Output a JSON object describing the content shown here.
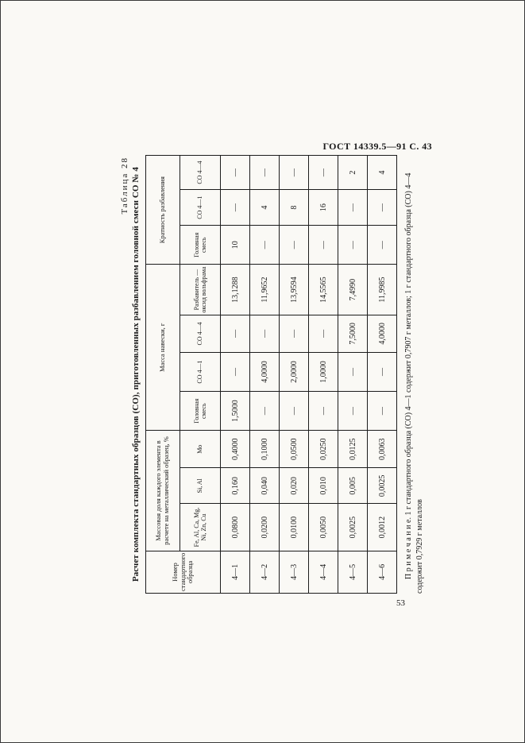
{
  "header": {
    "text": "ГОСТ 14339.5—91  С. 43"
  },
  "footer": {
    "page_number": "53"
  },
  "table": {
    "caption": "Таблица 28",
    "title": "Расчет комплекта стандартных образцов (СО), приготовленных разбавлением головной смеси СО № 4",
    "columns": {
      "sample_number": "Номер стандарт­ного образца",
      "mass_fraction_group": "Массовая доля каждого элемента в расчете на металлический образец, %",
      "mass_group": "Масса навески, г",
      "dilution_group": "Кратность разбавления",
      "sub": [
        "Fe, Al, Ca, Mg, Ni, Zn, Cu",
        "Si, Al",
        "Мо",
        "Головная смесь",
        "СО 4—1",
        "СО 4—4",
        "Разбавитель — оксид вольфрама",
        "Головная смесь",
        "СО 4—1",
        "СО 4—4"
      ]
    },
    "rows": [
      [
        "4—1",
        "0,0800",
        "0,160",
        "0,4000",
        "1,5000",
        "—",
        "—",
        "13,1288",
        "10",
        "—",
        "—"
      ],
      [
        "4—2",
        "0,0200",
        "0,040",
        "0,1000",
        "—",
        "4,0000",
        "—",
        "11,9652",
        "—",
        "4",
        "—"
      ],
      [
        "4—3",
        "0,0100",
        "0,020",
        "0,0500",
        "—",
        "2,0000",
        "—",
        "13,9594",
        "—",
        "8",
        "—"
      ],
      [
        "4—4",
        "0,0050",
        "0,010",
        "0,0250",
        "—",
        "1,0000",
        "—",
        "14,5565",
        "—",
        "16",
        "—"
      ],
      [
        "4—5",
        "0,0025",
        "0,005",
        "0,0125",
        "—",
        "—",
        "7,5000",
        "7,4990",
        "—",
        "—",
        "2"
      ],
      [
        "4—6",
        "0,0012",
        "0,0025",
        "0,0063",
        "—",
        "—",
        "4,0000",
        "11,9985",
        "—",
        "—",
        "4"
      ]
    ]
  },
  "note": {
    "text": "П р и м е ч а н и е.  1 г стандартного образца (СО) 4—1 содержит 0,7907 г металлов; 1 г стандартного образца (СО) 4—4 содержит 0,7929 г металлов"
  }
}
